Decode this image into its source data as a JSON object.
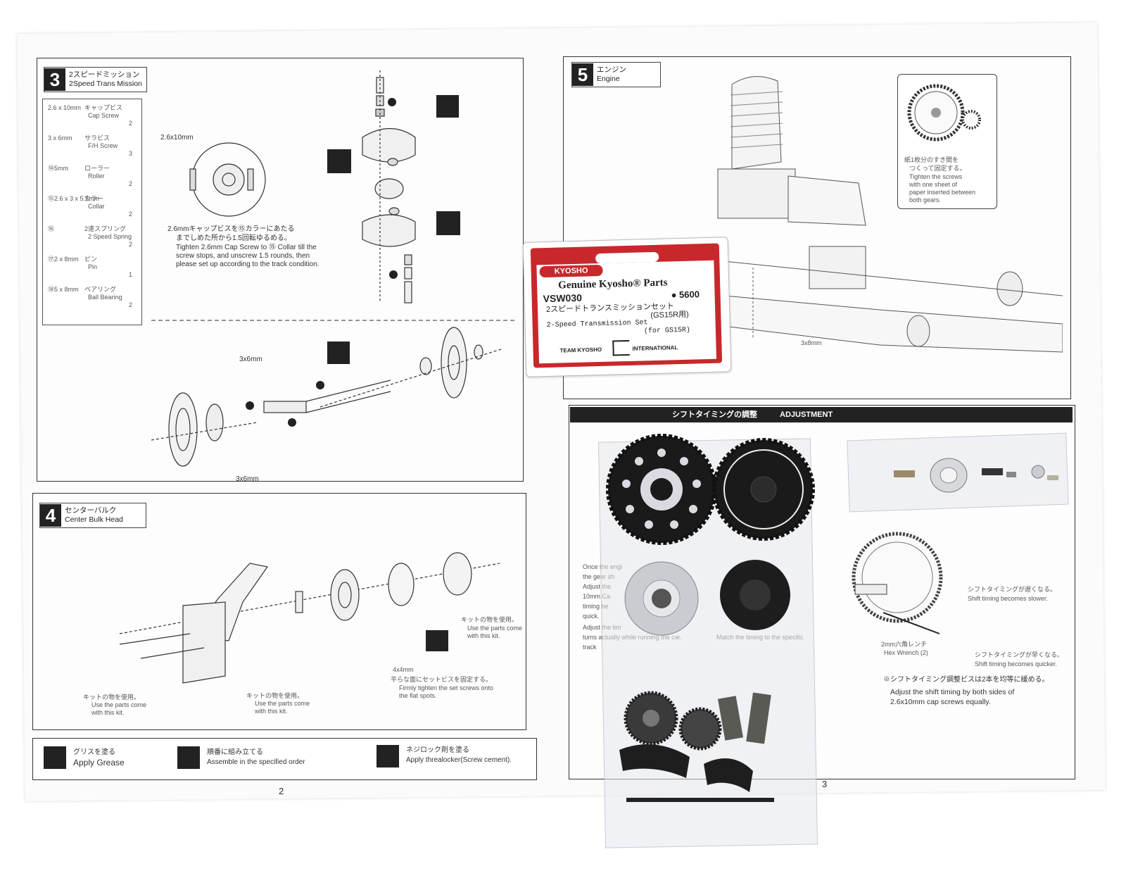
{
  "left_page": {
    "step3": {
      "number": "3",
      "title_jp": "2スピードミッション",
      "title_en": "2Speed Trans Mission",
      "parts": [
        {
          "size": "2.6 x 10mm",
          "jp": "キャップビス",
          "en": "Cap Screw",
          "qty": "2"
        },
        {
          "size": "3 x 6mm",
          "jp": "サラビス",
          "en": "F/H Screw",
          "qty": "3"
        },
        {
          "size": "⑭5mm",
          "jp": "ローラー",
          "en": "Roller",
          "qty": "2"
        },
        {
          "size": "⑮2.6 x 3 x 5.5mm",
          "jp": "カラー",
          "en": "Collar",
          "qty": "2"
        },
        {
          "size": "⑯",
          "jp": "2速スプリング",
          "en": "2 Speed Spring",
          "qty": "2"
        },
        {
          "size": "⑰2 x 8mm",
          "jp": "ピン",
          "en": "Pin",
          "qty": "1"
        },
        {
          "size": "⑱5 x 8mm",
          "jp": "ベアリング",
          "en": "Ball Bearing",
          "qty": "2"
        }
      ],
      "note_jp_1": "2.6mmキャップビスを⑮カラーにあたる",
      "note_jp_2": "までしめた所から1.5回転ゆるめる。",
      "note_en_1": "Tighten 2.6mm Cap Screw to ⑮ Collar till the",
      "note_en_2": "screw stops, and unscrew 1.5 rounds, then",
      "note_en_3": "please set up according to the track condition.",
      "label_2610": "2.6x10mm",
      "label_3x6_a": "3x6mm",
      "label_3x6_b": "3x6mm"
    },
    "step4": {
      "number": "4",
      "title_jp": "センターバルク",
      "title_en": "Center Bulk Head",
      "note1_jp": "キットの物を使用。",
      "note1_en_1": "Use the parts come",
      "note1_en_2": "with this kit.",
      "note2_jp": "キットの物を使用。",
      "note2_en_1": "Use the parts come",
      "note2_en_2": "with this kit.",
      "note3_jp": "キットの物を使用。",
      "note3_en_1": "Use the parts come",
      "note3_en_2": "with this kit.",
      "size": "4x4mm",
      "note4_jp": "平らな面にセットビスを固定する。",
      "note4_en_1": "Firmly tighten the set screws onto",
      "note4_en_2": "the flat spots."
    },
    "legend": [
      {
        "jp": "グリスを塗る",
        "en": "Apply Grease"
      },
      {
        "jp": "順番に組み立てる",
        "en": "Assemble in the specified order"
      },
      {
        "jp": "ネジロック剤を塗る",
        "en": "Apply threalocker(Screw cement)."
      }
    ],
    "page_number": "2"
  },
  "right_page": {
    "step5": {
      "number": "5",
      "title_jp": "エンジン",
      "title_en": "Engine",
      "callout_jp_1": "紙1枚分のすき間を",
      "callout_jp_2": "つくって固定する。",
      "callout_en_1": "Tighten the screws",
      "callout_en_2": "with one sheet of",
      "callout_en_3": "paper inserted between",
      "callout_en_4": "both gears.",
      "screw_label": "3x8mm"
    },
    "adjust": {
      "header_jp": "シフトタイミングの調整",
      "header_en": "ADJUSTMENT",
      "slower_jp": "シフトタイミングが遅くなる。",
      "slower_en": "Shift timing becomes slower.",
      "quicker_jp": "シフトタイミングが早くなる。",
      "quicker_en": "Shift timing becomes quicker.",
      "wrench_jp": "2mm六角レンチ",
      "wrench_en": "Hex Wrench (2)",
      "equal_jp": "※シフトタイミング調整ビスは2本を均等に緩める。",
      "equal_en_1": "Adjust the shift timing by both sides of",
      "equal_en_2": "2.6x10mm cap screws equally.",
      "fragments": [
        "Once the engi",
        "the gear sh",
        "Adjust the",
        "10mm Ca",
        "timing be",
        "quick.",
        "Adjust the tim",
        "turns actually while running the car.",
        "Match the timing to the specific",
        "track"
      ]
    },
    "page_number": "3"
  },
  "package_card": {
    "brand": "KYOSHO",
    "title": "Genuine Kyosho® Parts",
    "part_number": "VSW030",
    "price": "● 5600",
    "name_jp": "2スピードトランスミッションセット",
    "name_jp_sub": "(GS15R用)",
    "name_en": "2-Speed Transmission Set",
    "name_en_sub": "(for GS15R)",
    "team": "TEAM KYOSHO",
    "intl": "INTERNATIONAL"
  },
  "colors": {
    "card_red": "#c8282b",
    "ink": "#222222",
    "gear_black": "#1a1a1a",
    "aluminum": "#c9ccd1"
  }
}
